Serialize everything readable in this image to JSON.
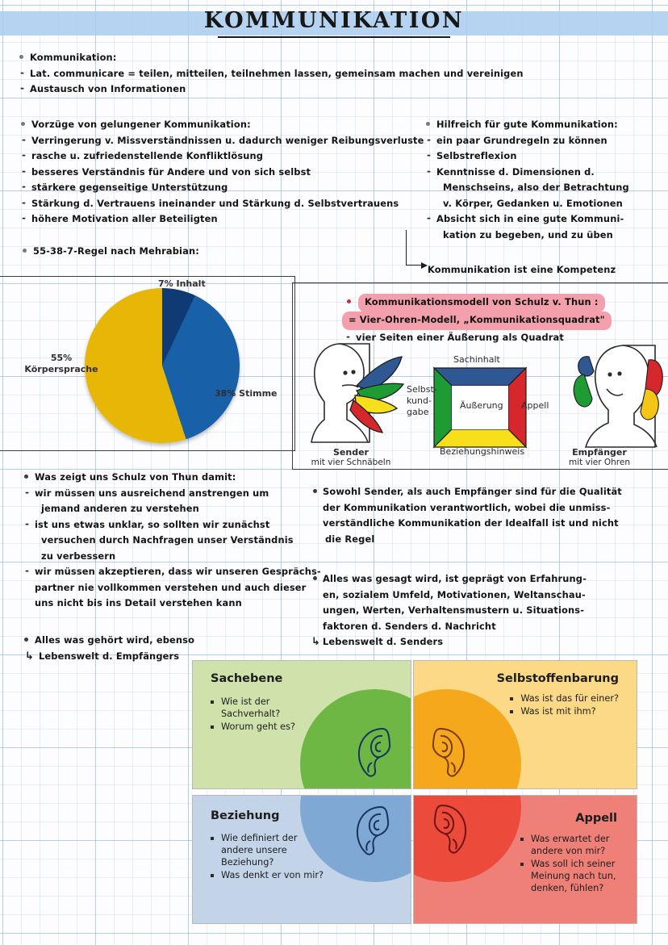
{
  "title": "KOMMUNIKATION",
  "sections": {
    "kommunikation": {
      "heading": "Kommunikation:",
      "items": [
        "Lat. communicare = teilen, mitteilen, teilnehmen lassen, gemeinsam machen und vereinigen",
        "Austausch von Informationen"
      ]
    },
    "vorzuege": {
      "heading": "Vorzüge von gelungener Kommunikation:",
      "items": [
        "Verringerung v. Missverständnissen u. dadurch weniger Reibungsverluste",
        "rasche u. zufriedenstellende Konfliktlösung",
        "besseres Verständnis für Andere und von sich selbst",
        "stärkere gegenseitige Unterstützung",
        "Stärkung d. Vertrauens ineinander und Stärkung d. Selbstvertrauens",
        "höhere Motivation aller Beteiligten"
      ]
    },
    "hilfreich": {
      "heading": "Hilfreich für gute Kommunikation:",
      "items": [
        {
          "line1": "ein paar Grundregeln zu können"
        },
        {
          "line1": "Selbstreflexion"
        },
        {
          "line1": "Kenntnisse d. Dimensionen d.",
          "line2": "Menschseins, also der Betrachtung",
          "line3": "v. Körper, Gedanken u. Emotionen"
        },
        {
          "line1": "Absicht sich in eine gute Kommuni-",
          "line2": "kation zu begeben, und zu üben"
        }
      ],
      "conclusion": "Kommunikation ist eine Kompetenz"
    },
    "mehrabian": {
      "heading": "55-38-7-Regel nach Mehrabian:"
    },
    "schulz_model": {
      "heading": "Kommunikationsmodell von Schulz v. Thun :",
      "subheading": "= Vier-Ohren-Modell, „Kommunikationsquadrat\"",
      "bullet": "vier Seiten einer Äußerung als Quadrat",
      "sender_title": "Sender",
      "sender_sub": "mit vier Schnäbeln",
      "empfaenger_title": "Empfänger",
      "empfaenger_sub": "mit vier Ohren",
      "square_top": "Sachinhalt",
      "square_left_line1": "Selbst-",
      "square_left_line2": "kund-",
      "square_left_line3": "gabe",
      "square_right": "Appell",
      "square_bottom": "Beziehungshinweis",
      "square_center": "Äußerung"
    },
    "was_zeigt": {
      "heading": "Was zeigt uns Schulz von Thun damit:",
      "items": [
        {
          "line1": "wir müssen uns ausreichend anstrengen um",
          "line2": "jemand anderen zu verstehen"
        },
        {
          "line1": "ist uns etwas unklar, so sollten wir zunächst",
          "line2": "versuchen durch Nachfragen unser Verständnis",
          "line3": "zu verbessern"
        },
        {
          "line1": "wir müssen akzeptieren, dass wir unseren Gesprächs-",
          "line2": "partner nie vollkommen verstehen und auch dieser",
          "line3": "uns nicht bis ins Detail verstehen kann"
        }
      ]
    },
    "gehoert": {
      "line1": "Alles was gehört wird, ebenso",
      "line2": "Lebenswelt d. Empfängers"
    },
    "verantwortlich": {
      "line1": "Sowohl Sender, als auch Empfänger sind für die Qualität",
      "line2": "der Kommunikation verantwortlich, wobei die unmiss-",
      "line3": "verständliche Kommunikation der Idealfall ist und nicht",
      "line4": "die Regel"
    },
    "gepraegt": {
      "line1": "Alles was gesagt wird, ist geprägt von Erfahrung-",
      "line2": "en, sozialem Umfeld, Motivationen, Weltanschau-",
      "line3": "ungen, Werten, Verhaltensmustern u. Situations-",
      "line4": "faktoren d. Senders d. Nachricht",
      "line5": "Lebenswelt d. Senders"
    }
  },
  "chart_data": {
    "type": "pie",
    "title": "55-38-7-Regel nach Mehrabian",
    "categories": [
      "Körpersprache",
      "Stimme",
      "Inhalt"
    ],
    "values": [
      55,
      38,
      7
    ],
    "labels": [
      "55% Körpersprache",
      "38% Stimme",
      "7% Inhalt"
    ],
    "colors": [
      "#e8b606",
      "#1860a8",
      "#103a73"
    ],
    "legend": "inline-labels",
    "unit": "%"
  },
  "quadrants": [
    {
      "key": "sachebene",
      "title": "Sachebene",
      "items": [
        "Wie ist der Sachverhalt?",
        "Worum geht es?"
      ],
      "bg": "#cfe2ab",
      "accent": "#6eb745"
    },
    {
      "key": "selbstoffenbarung",
      "title": "Selbstoffenbarung",
      "items": [
        "Was ist das für einer?",
        "Was ist mit ihm?"
      ],
      "bg": "#fbd986",
      "accent": "#f5a81c"
    },
    {
      "key": "beziehung",
      "title": "Beziehung",
      "items": [
        "Wie definiert der andere unsere Beziehung?",
        "Was denkt er von mir?"
      ],
      "bg": "#c3d3e8",
      "accent": "#7fa8d4"
    },
    {
      "key": "appell",
      "title": "Appell",
      "items": [
        "Was erwartet der andere von mir?",
        "Was soll ich seiner Meinung nach tun, denken, fühlen?"
      ],
      "bg": "#ef8078",
      "accent": "#ec4b3c"
    }
  ]
}
